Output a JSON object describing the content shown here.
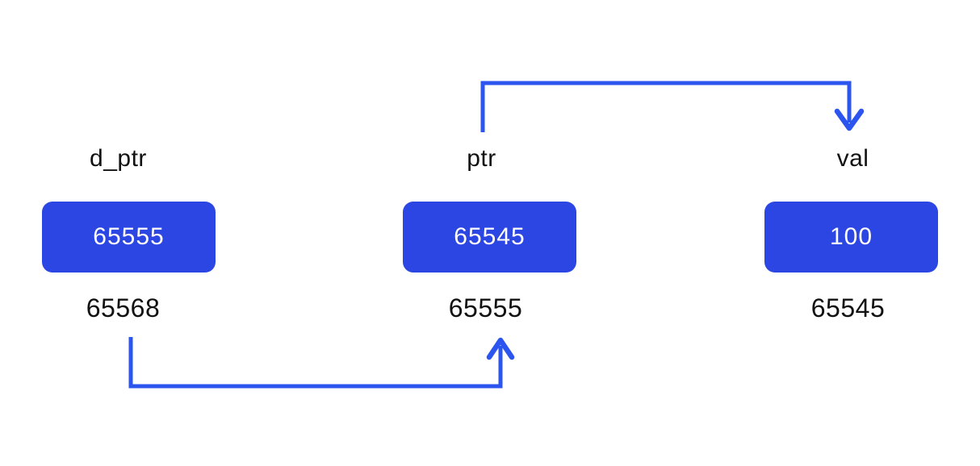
{
  "diagram": {
    "background_color": "#ffffff",
    "colors": {
      "box_fill": "#2C46E3",
      "arrow": "#2B55EE",
      "box_value_text": "#ffffff",
      "label_text": "#111111"
    },
    "variables": [
      {
        "name": "d_ptr",
        "value": "65555",
        "address": "65568"
      },
      {
        "name": "ptr",
        "value": "65545",
        "address": "65555"
      },
      {
        "name": "val",
        "value": "100",
        "address": "65545"
      }
    ],
    "arrows": [
      {
        "name": "ptr-to-val",
        "from": "ptr",
        "to": "val",
        "note": "ptr holds address 65545 which is val's address"
      },
      {
        "name": "d_ptr-to-ptr",
        "from": "d_ptr",
        "to": "ptr",
        "note": "d_ptr holds address 65555 which is ptr's address"
      }
    ]
  }
}
